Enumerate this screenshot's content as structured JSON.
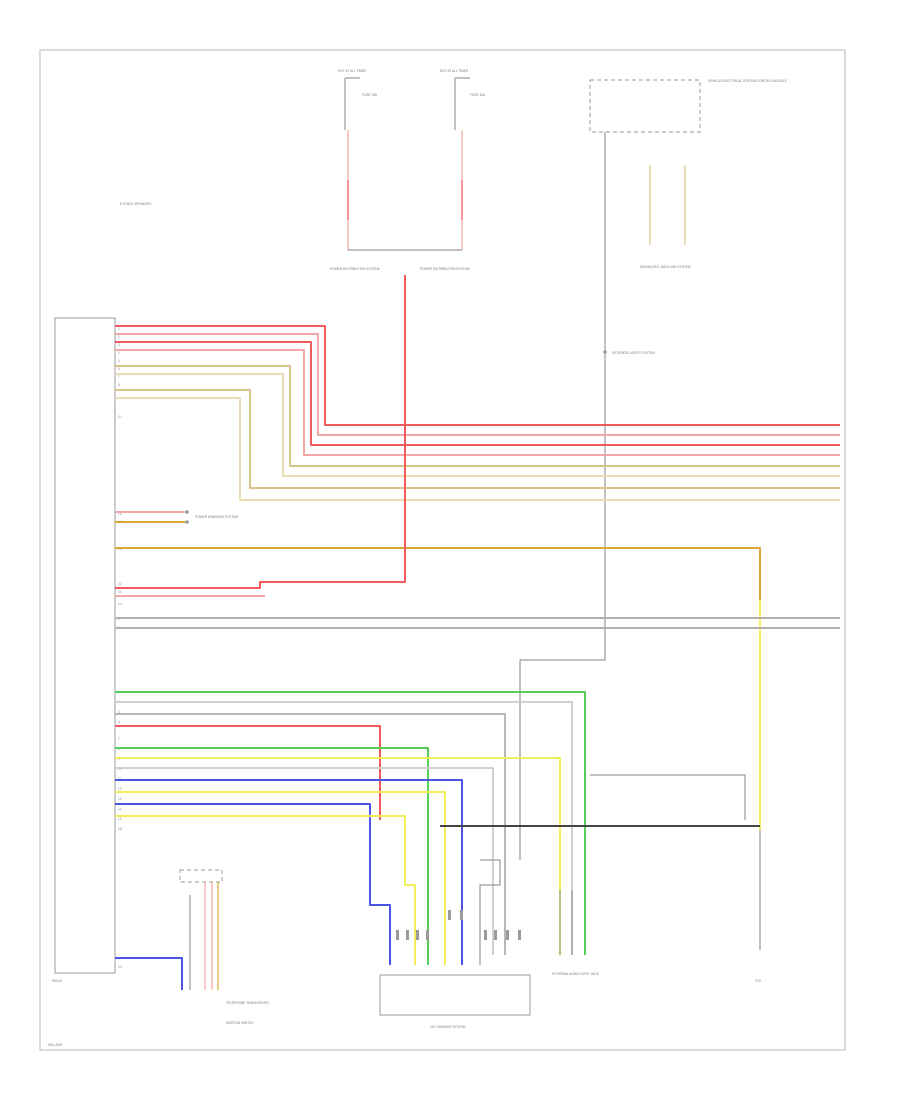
{
  "notes": {
    "left_note": "6 TRACK SPEAKERS",
    "unit_label": "RADIO",
    "footer_code": "WD-LN09",
    "ground": "G70"
  },
  "top_feeds": {
    "feed_a": "HOT AT ALL TIMES",
    "feed_a_fuse": "FUSE 15A",
    "feed_b": "HOT AT ALL TIMES",
    "feed_b_fuse": "FUSE 15A",
    "dest_a": "POWER DISTRIBUTION SYSTEM",
    "dest_b": "POWER DISTRIBUTION SYSTEM"
  },
  "modules": {
    "top_right": "VEHICLE ELECTRICAL SYSTEM CONTROL MODULE",
    "top_right_conn": "DIAGNOSTIC DATA LINK SYSTEM",
    "exterior_lights": "EXTERIOR LIGHTS SYSTEM",
    "power_windows": "POWER WINDOWS SYSTEM",
    "cd_changer": "CD CHANGER SYSTEM",
    "antenna": "EXTERNAL AUDIO INPUT JACK",
    "telephone": "TELEPHONE TRANSCEIVER",
    "ignition": "IGNITION SWITCH"
  },
  "wire_colors": {
    "red": "#f05a5a",
    "pink": "#f4a6a6",
    "tan": "#d8c48a",
    "yellow": "#f2ee5a",
    "orange": "#d9a733",
    "green": "#57cf57",
    "blue": "#4b55e6",
    "gray": "#8c8c8c",
    "black": "#444444"
  }
}
